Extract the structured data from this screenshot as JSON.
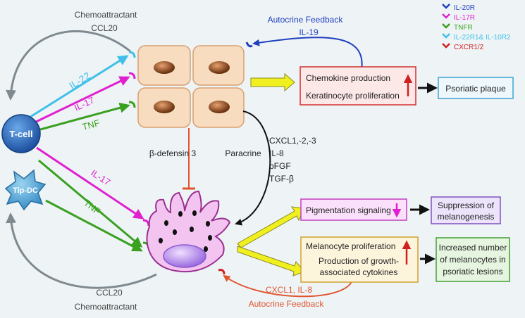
{
  "legend": [
    {
      "label": "IL-20R",
      "color": "#1f3fbf"
    },
    {
      "label": "IL-17R",
      "color": "#e020d0"
    },
    {
      "label": "TNFR",
      "color": "#3aa020"
    },
    {
      "label": "IL-22R1& IL-10R2",
      "color": "#40c0e8"
    },
    {
      "label": "CXCR1/2",
      "color": "#d02020"
    }
  ],
  "top": {
    "chemoattractant": "Chemoattractant",
    "ccl20": "CCL20",
    "autocrine_feedback": "Autocrine Feedback",
    "il19": "IL-19"
  },
  "signals": {
    "il22": "IL-22",
    "il17_upper": "IL-17",
    "tnf_upper": "TNF",
    "il17_lower": "IL-17",
    "tnf_lower": "TNF"
  },
  "cells": {
    "tcell": "T-cell",
    "tipdc": "Tip-DC"
  },
  "middle": {
    "beta_defensin": "β-defensin 3",
    "paracrine": "Paracrine",
    "factors": [
      "CXCL1,-2,-3",
      "IL-8",
      "bFGF",
      "TGF-β"
    ]
  },
  "boxes": {
    "chemokine": "Chemokine production",
    "kerat_prolif": "Keratinocyte proliferation",
    "plaque": "Psoriatic plaque",
    "pigment": "Pigmentation signaling",
    "suppression": [
      "Suppression of",
      "melanogenesis"
    ],
    "melano_prolif": "Melanocyte proliferation",
    "growth": [
      "Production of growth-",
      "associated cytokines"
    ],
    "increased": [
      "Increased number",
      "of melanocytes in",
      "psoriatic lesions"
    ]
  },
  "bottom": {
    "ccl20": "CCL20",
    "chemoattractant": "Chemoattractant",
    "cxcl": "CXCL1, IL-8",
    "autocrine_feedback": "Autocrine Feedback"
  },
  "colors": {
    "background": "#eef4f6",
    "keratinocyte": "#f7dcc0",
    "melanocyte": "#f4c4f0",
    "gray_arrow": "#7f8a90",
    "blue": "#1f3fbf",
    "magenta": "#e020d0",
    "green": "#3aa020",
    "cyan": "#40c0e8",
    "red": "#d02020",
    "yellow": "#f0f020"
  }
}
